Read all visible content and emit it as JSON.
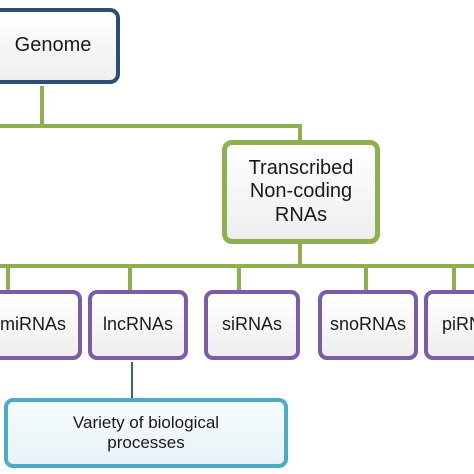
{
  "diagram": {
    "root": {
      "label": "Genome"
    },
    "branch": {
      "label_lines": [
        "Transcribed",
        "Non-coding",
        "RNAs"
      ]
    },
    "leaves": [
      {
        "label": "miRNAs"
      },
      {
        "label": "lncRNAs"
      },
      {
        "label": "siRNAs"
      },
      {
        "label": "snoRNAs"
      },
      {
        "label": "piRNAs"
      }
    ],
    "outcome": {
      "label_lines": [
        "Variety of biological",
        "processes"
      ]
    }
  },
  "colors": {
    "root_border": "#2b4f73",
    "branch_border": "#8fb04f",
    "leaf_border": "#7d5ba6",
    "outcome_border": "#4bacc6",
    "connector_green": "#8fb04f",
    "connector_dark": "#3f5f80"
  }
}
